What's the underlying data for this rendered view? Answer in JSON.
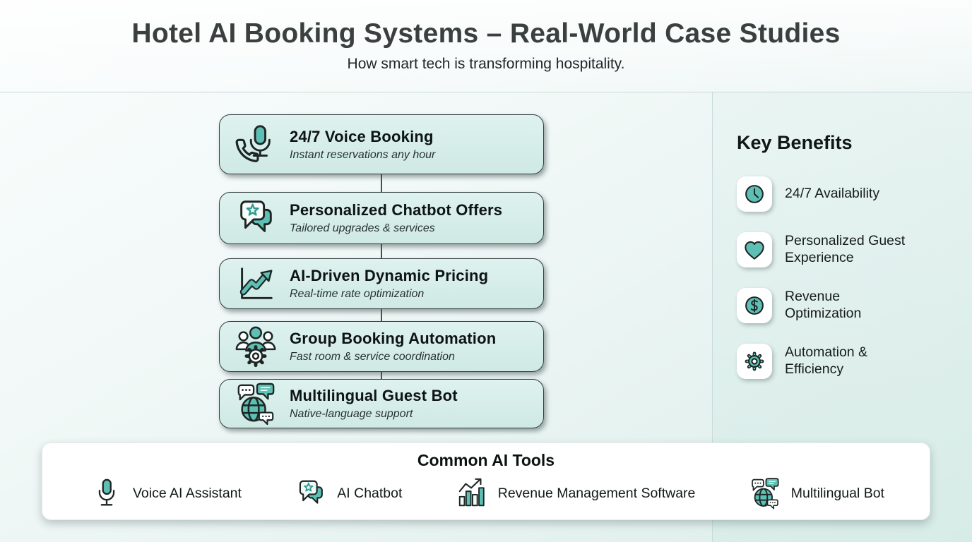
{
  "header": {
    "title": "Hotel AI Booking Systems – Real-World Case Studies",
    "subtitle": "How smart tech is transforming hospitality."
  },
  "flow": {
    "cards": [
      {
        "icon": "phone-mic-icon",
        "title": "24/7 Voice Booking",
        "subtitle": "Instant reservations any hour"
      },
      {
        "icon": "chat-star-icon",
        "title": "Personalized Chatbot Offers",
        "subtitle": "Tailored upgrades & services"
      },
      {
        "icon": "trend-up-icon",
        "title": "AI-Driven Dynamic Pricing",
        "subtitle": "Real-time rate optimization"
      },
      {
        "icon": "group-gear-icon",
        "title": "Group Booking Automation",
        "subtitle": "Fast room & service coordination"
      },
      {
        "icon": "globe-chat-icon",
        "title": "Multilingual Guest Bot",
        "subtitle": "Native-language support"
      }
    ]
  },
  "benefits": {
    "heading": "Key Benefits",
    "items": [
      {
        "icon": "clock-icon",
        "label": "24/7 Availability"
      },
      {
        "icon": "heart-icon",
        "label": "Personalized Guest Experience"
      },
      {
        "icon": "dollar-icon",
        "label": "Revenue Optimization"
      },
      {
        "icon": "gear-icon",
        "label": "Automation & Efficiency"
      }
    ]
  },
  "tools": {
    "heading": "Common AI Tools",
    "items": [
      {
        "icon": "microphone-icon",
        "label": "Voice AI Assistant"
      },
      {
        "icon": "chat-star-icon",
        "label": "AI Chatbot"
      },
      {
        "icon": "bar-chart-arrow-icon",
        "label": "Revenue Management Software"
      },
      {
        "icon": "globe-chat-icon",
        "label": "Multilingual Bot"
      }
    ]
  },
  "colors": {
    "teal": "#5ec0b5",
    "card_bg": "#d3ebe6",
    "ink": "#1d2624"
  }
}
